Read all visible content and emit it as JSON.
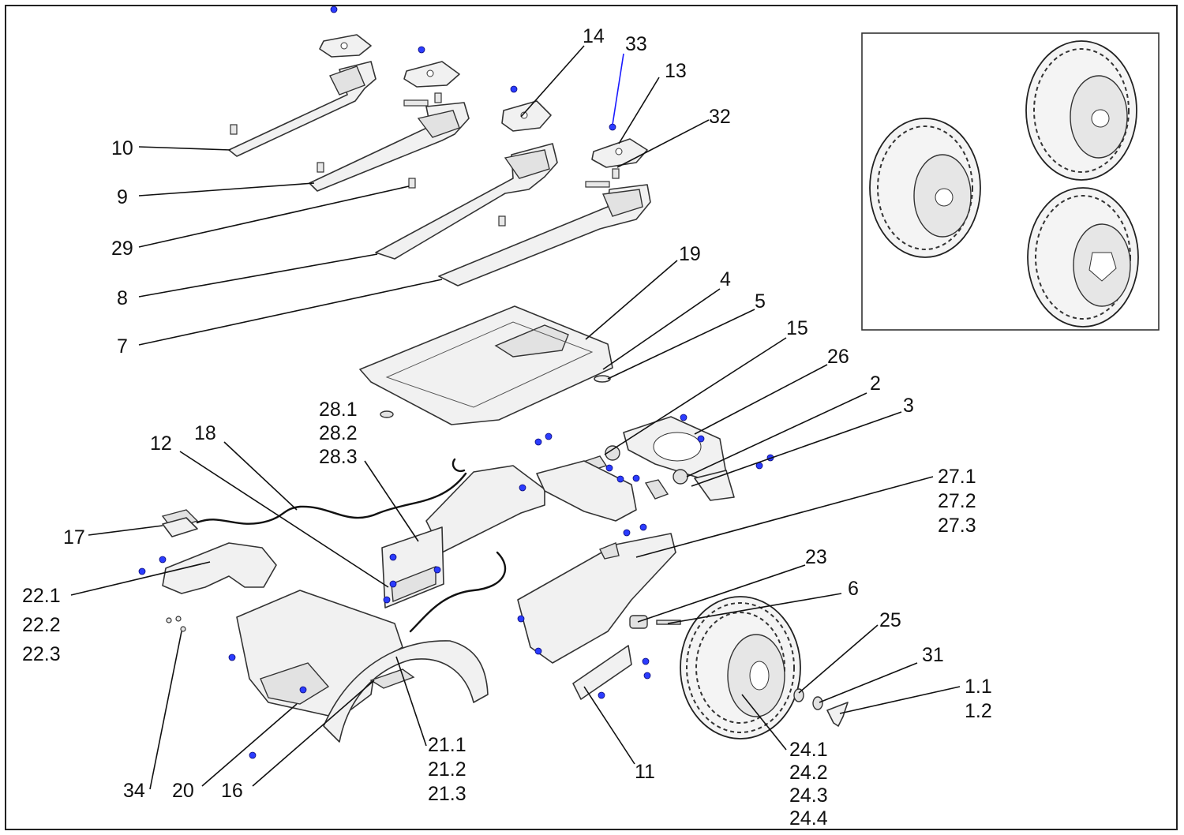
{
  "callouts": [
    {
      "id": "c14",
      "text": [
        "14"
      ]
    },
    {
      "id": "c33",
      "text": [
        "33"
      ]
    },
    {
      "id": "c13",
      "text": [
        "13"
      ]
    },
    {
      "id": "c32",
      "text": [
        "32"
      ]
    },
    {
      "id": "c10",
      "text": [
        "10"
      ]
    },
    {
      "id": "c9",
      "text": [
        "9"
      ]
    },
    {
      "id": "c29",
      "text": [
        "29"
      ]
    },
    {
      "id": "c8",
      "text": [
        "8"
      ]
    },
    {
      "id": "c7",
      "text": [
        "7"
      ]
    },
    {
      "id": "c19",
      "text": [
        "19"
      ]
    },
    {
      "id": "c4",
      "text": [
        "4"
      ]
    },
    {
      "id": "c5",
      "text": [
        "5"
      ]
    },
    {
      "id": "c15",
      "text": [
        "15"
      ]
    },
    {
      "id": "c26",
      "text": [
        "26"
      ]
    },
    {
      "id": "c2",
      "text": [
        "2"
      ]
    },
    {
      "id": "c3",
      "text": [
        "3"
      ]
    },
    {
      "id": "c28",
      "text": [
        "28.1",
        "28.2",
        "28.3"
      ]
    },
    {
      "id": "c18",
      "text": [
        "18"
      ]
    },
    {
      "id": "c12",
      "text": [
        "12"
      ]
    },
    {
      "id": "c27",
      "text": [
        "27.1",
        "27.2",
        "27.3"
      ]
    },
    {
      "id": "c17",
      "text": [
        "17"
      ]
    },
    {
      "id": "c22",
      "text": [
        "22.1",
        "22.2",
        "22.3"
      ]
    },
    {
      "id": "c23",
      "text": [
        "23"
      ]
    },
    {
      "id": "c6",
      "text": [
        "6"
      ]
    },
    {
      "id": "c25",
      "text": [
        "25"
      ]
    },
    {
      "id": "c31",
      "text": [
        "31"
      ]
    },
    {
      "id": "c1",
      "text": [
        "1.1",
        "1.2"
      ]
    },
    {
      "id": "c21",
      "text": [
        "21.1",
        "21.2",
        "21.3"
      ]
    },
    {
      "id": "c24",
      "text": [
        "24.1",
        "24.2",
        "24.3",
        "24.4"
      ]
    },
    {
      "id": "c11",
      "text": [
        "11"
      ]
    },
    {
      "id": "c16",
      "text": [
        "16"
      ]
    },
    {
      "id": "c20",
      "text": [
        "20"
      ]
    },
    {
      "id": "c34",
      "text": [
        "34"
      ]
    }
  ],
  "colors": {
    "line": "#111111",
    "part_fill": "#f1f1f1",
    "screw": "#2b3cff",
    "frame": "#222222"
  }
}
